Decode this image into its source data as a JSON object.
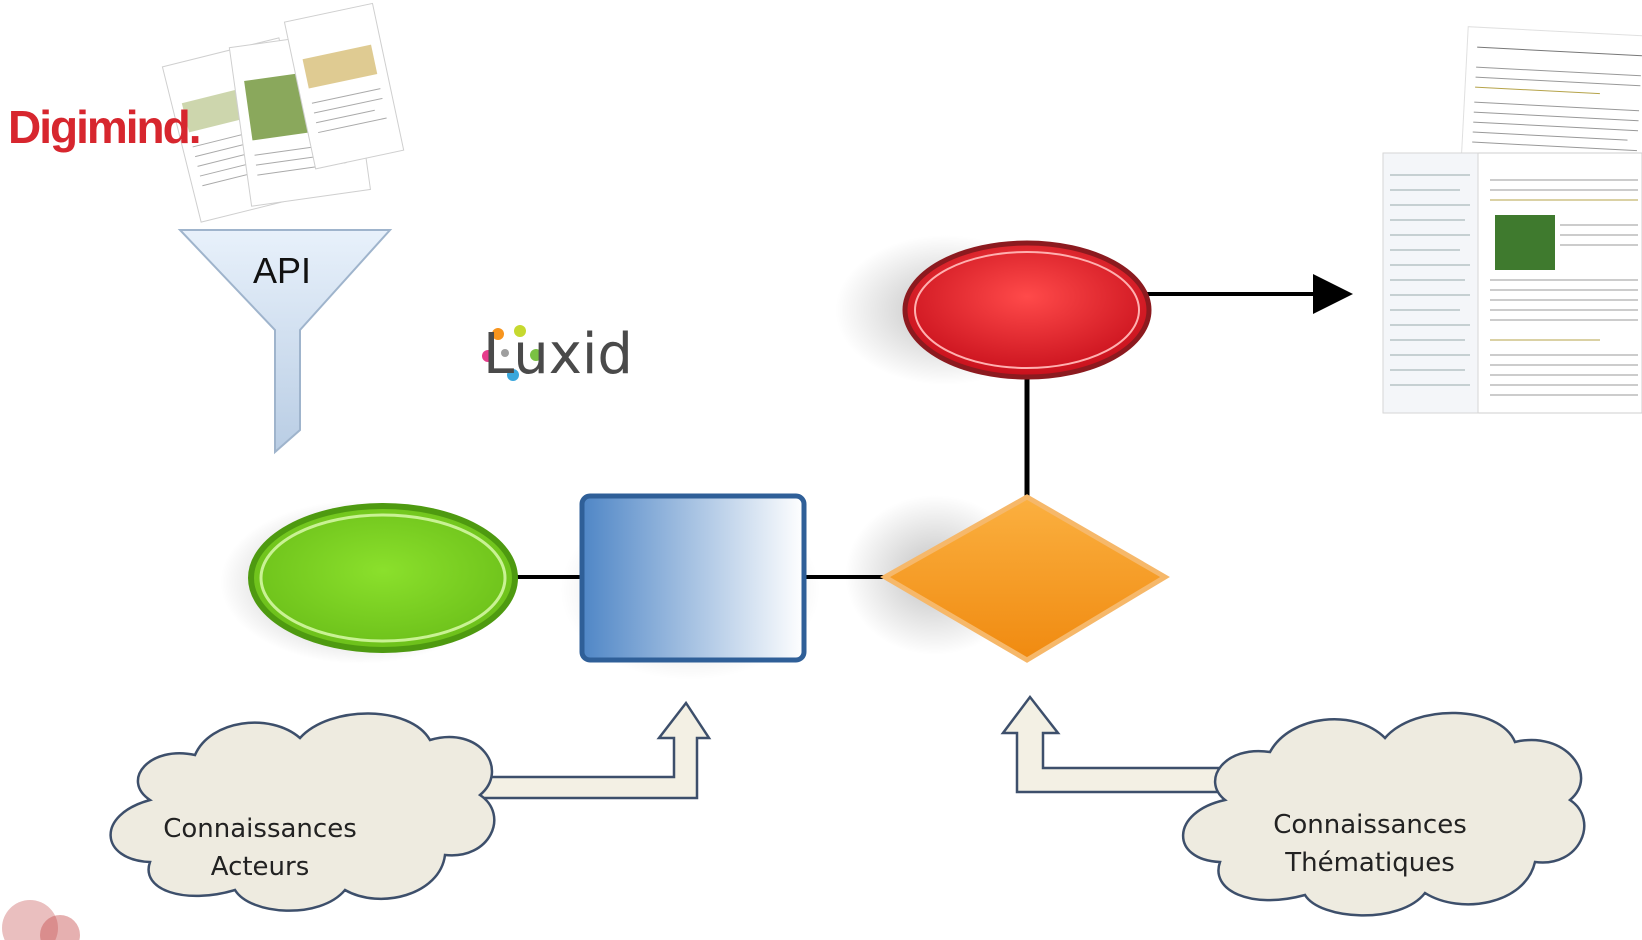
{
  "logos": {
    "digimind": "Digimind.",
    "luxid": "Luxid"
  },
  "funnel": {
    "label": "API"
  },
  "clouds": {
    "actors": {
      "line1": "Connaissances",
      "line2": "Acteurs"
    },
    "themes": {
      "line1": "Connaissances",
      "line2": "Thématiques"
    }
  },
  "colors": {
    "green": "#7ed321",
    "blue": "#5b8fc9",
    "orange": "#f7941d",
    "red": "#e0202a",
    "cloud": "#eeebe0",
    "arrow": "#f3f0e4"
  },
  "icons": [
    "digimind-logo",
    "luxid-logo",
    "funnel-icon",
    "report-thumbnail",
    "result-screenshot",
    "cloud-icon",
    "arrow-icon"
  ]
}
